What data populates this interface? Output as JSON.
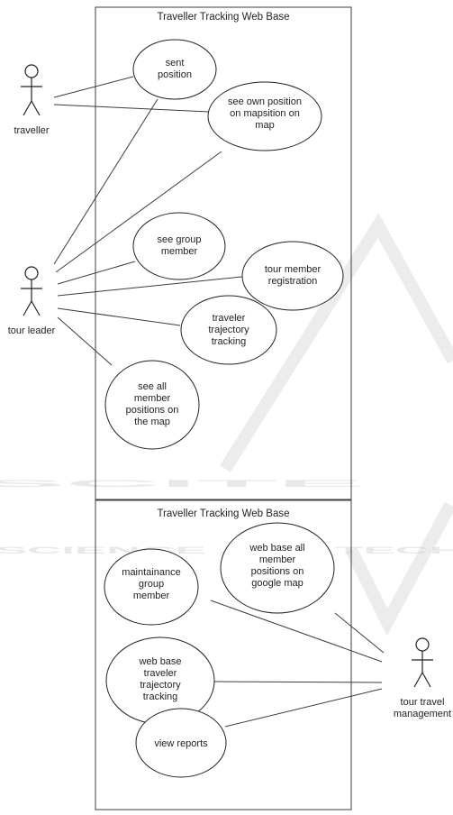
{
  "watermark": {
    "word": "SCITE",
    "subtitle": "SCIENCE AND TECH"
  },
  "systems": [
    {
      "title": "Traveller Tracking Web Base"
    },
    {
      "title": "Traveller Tracking Web Base"
    }
  ],
  "actors": {
    "traveller": {
      "label": "traveller"
    },
    "tour_leader": {
      "label": "tour leader"
    },
    "tour_travel_management": {
      "label_lines": [
        "tour travel",
        "management"
      ]
    }
  },
  "use_cases": {
    "sent_position": {
      "lines": [
        "sent",
        "position"
      ]
    },
    "see_own_position": {
      "lines": [
        "see own position",
        "on mapsition on",
        "map"
      ]
    },
    "see_group_member": {
      "lines": [
        "see group",
        "member"
      ]
    },
    "tour_member_registration": {
      "lines": [
        "tour member",
        "registration"
      ]
    },
    "traveler_trajectory_tracking": {
      "lines": [
        "traveler",
        "trajectory",
        "tracking"
      ]
    },
    "see_all_member_positions": {
      "lines": [
        "see all",
        "member",
        "positions on",
        "the map"
      ]
    },
    "maintainance_group_member": {
      "lines": [
        "maintainance",
        "group",
        "member"
      ]
    },
    "web_base_all_member_positions": {
      "lines": [
        "web base all",
        "member",
        "positions on",
        "google map"
      ]
    },
    "web_base_traveler_trajectory": {
      "lines": [
        "web base",
        "traveler",
        "trajectory",
        "tracking"
      ]
    },
    "view_reports": {
      "lines": [
        "view reports"
      ]
    }
  },
  "colors": {
    "line": "#3c3c3c",
    "text": "#222222",
    "watermark": "#d6d6d6"
  }
}
